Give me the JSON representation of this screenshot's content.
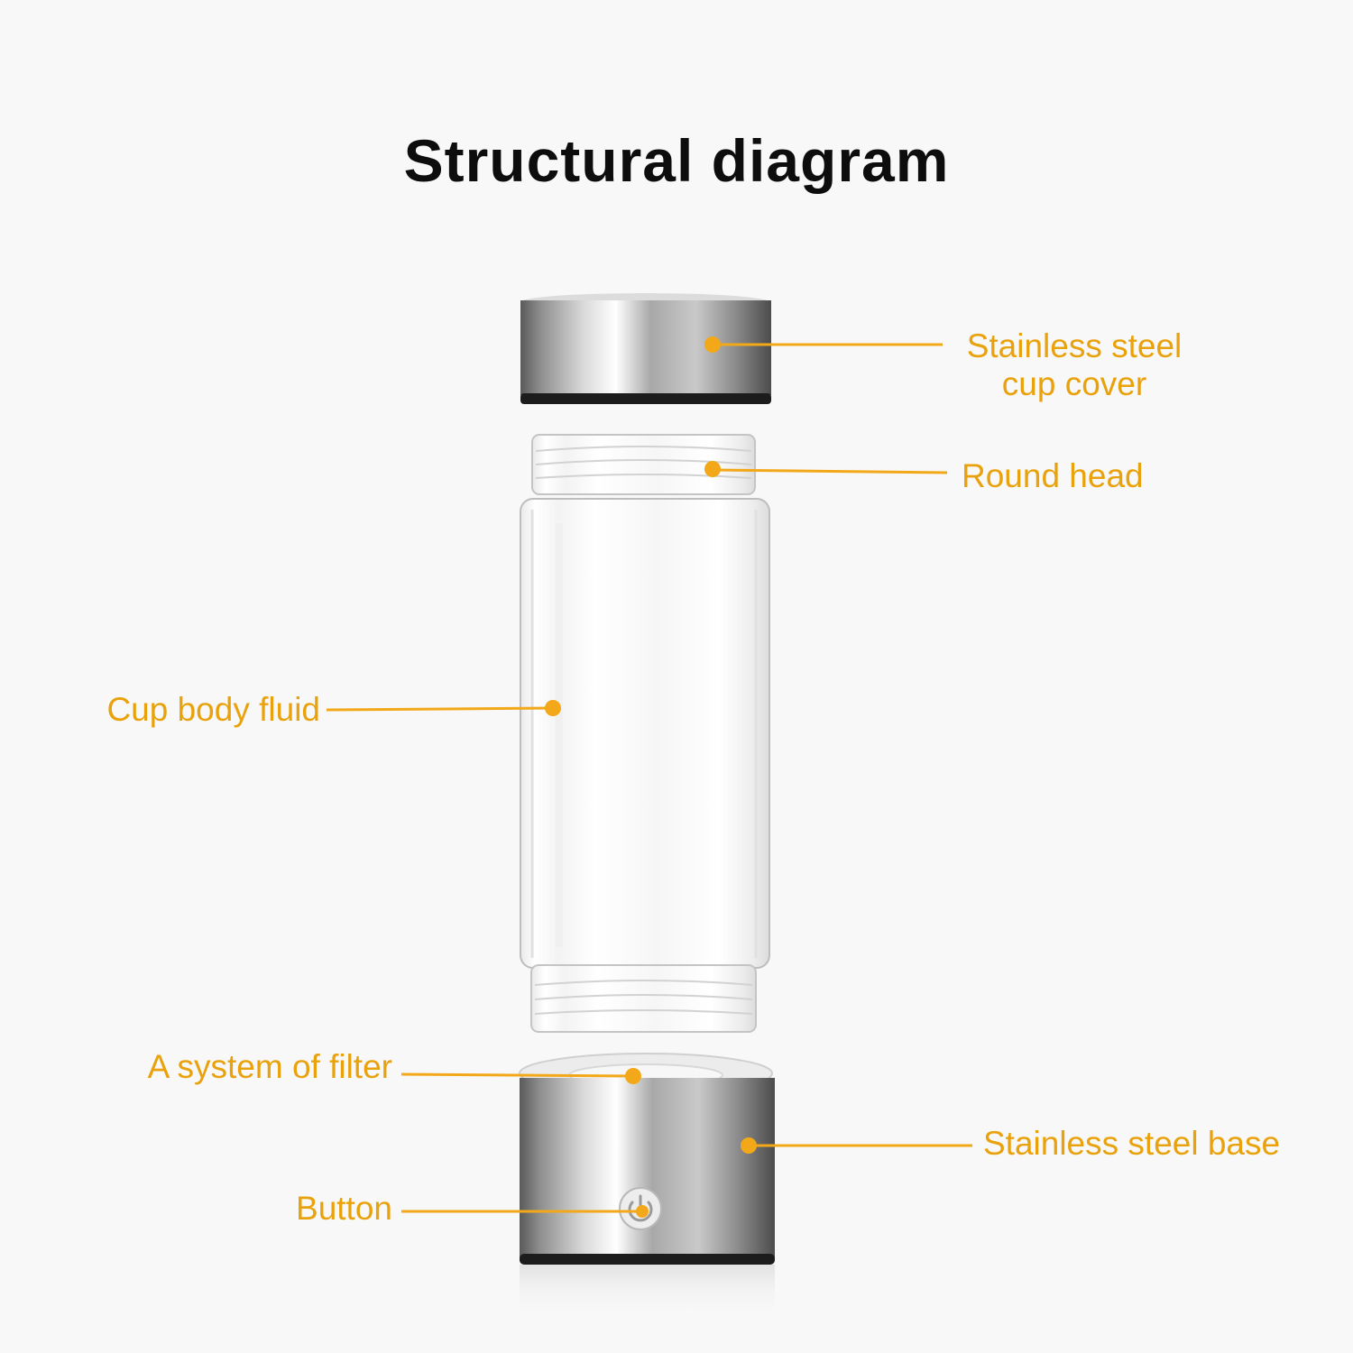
{
  "title": "Structural diagram",
  "accent_color": "#f2a818",
  "callouts": {
    "cup_cover": {
      "line1": "Stainless steel",
      "line2": "cup cover"
    },
    "round_head": "Round head",
    "cup_body_fluid": "Cup body fluid",
    "filter_system": "A system of filter",
    "base": "Stainless steel base",
    "button": "Button"
  },
  "icons": {
    "power_button": "power-icon"
  }
}
